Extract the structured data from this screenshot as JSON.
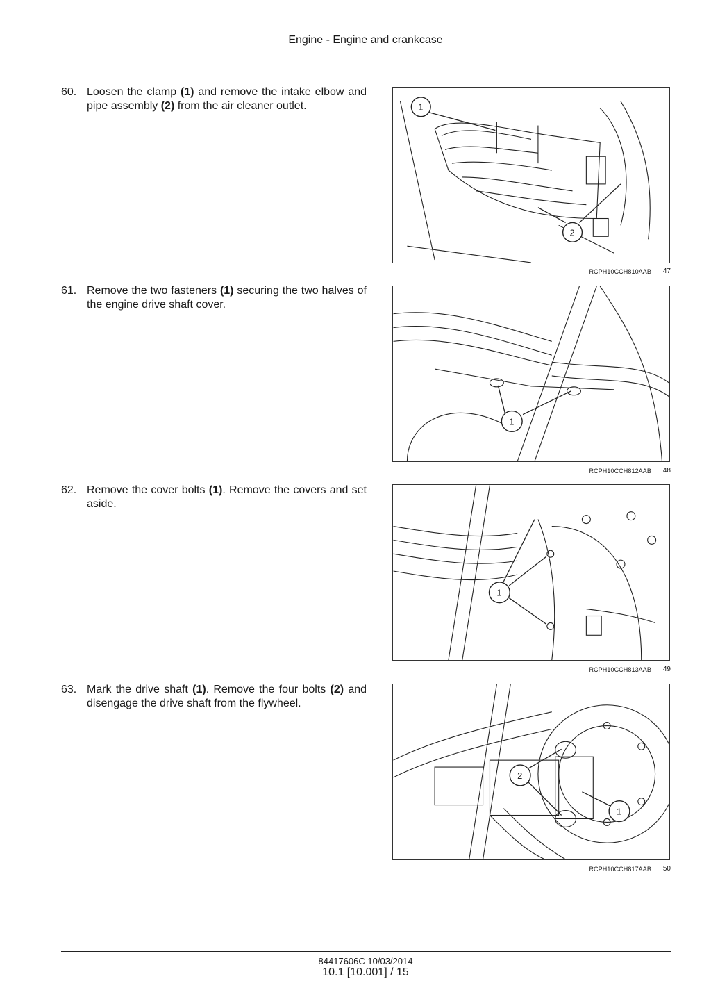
{
  "header": {
    "title": "Engine - Engine and crankcase"
  },
  "steps": [
    {
      "number": "60.",
      "parts": [
        "Loosen the clamp ",
        "(1)",
        " and remove the intake elbow and pipe assembly ",
        "(2)",
        " from the air cleaner outlet."
      ],
      "figure": {
        "ref": "RCPH10CCH810AAB",
        "number": "47",
        "callouts": [
          "1",
          "2"
        ]
      }
    },
    {
      "number": "61.",
      "parts": [
        "Remove the two fasteners ",
        "(1)",
        " securing the two halves of the engine drive shaft cover."
      ],
      "figure": {
        "ref": "RCPH10CCH812AAB",
        "number": "48",
        "callouts": [
          "1"
        ]
      }
    },
    {
      "number": "62.",
      "parts": [
        "Remove the cover bolts ",
        "(1)",
        ". Remove the covers and set aside."
      ],
      "figure": {
        "ref": "RCPH10CCH813AAB",
        "number": "49",
        "callouts": [
          "1"
        ]
      }
    },
    {
      "number": "63.",
      "parts": [
        "Mark the drive shaft ",
        "(1)",
        ". Remove the four bolts ",
        "(2)",
        " and disengage the drive shaft from the flywheel."
      ],
      "figure": {
        "ref": "RCPH10CCH817AAB",
        "number": "50",
        "callouts": [
          "2",
          "1"
        ]
      }
    }
  ],
  "footer": {
    "doc_id": "84417606C 10/03/2014",
    "page": "10.1 [10.001] / 15"
  }
}
